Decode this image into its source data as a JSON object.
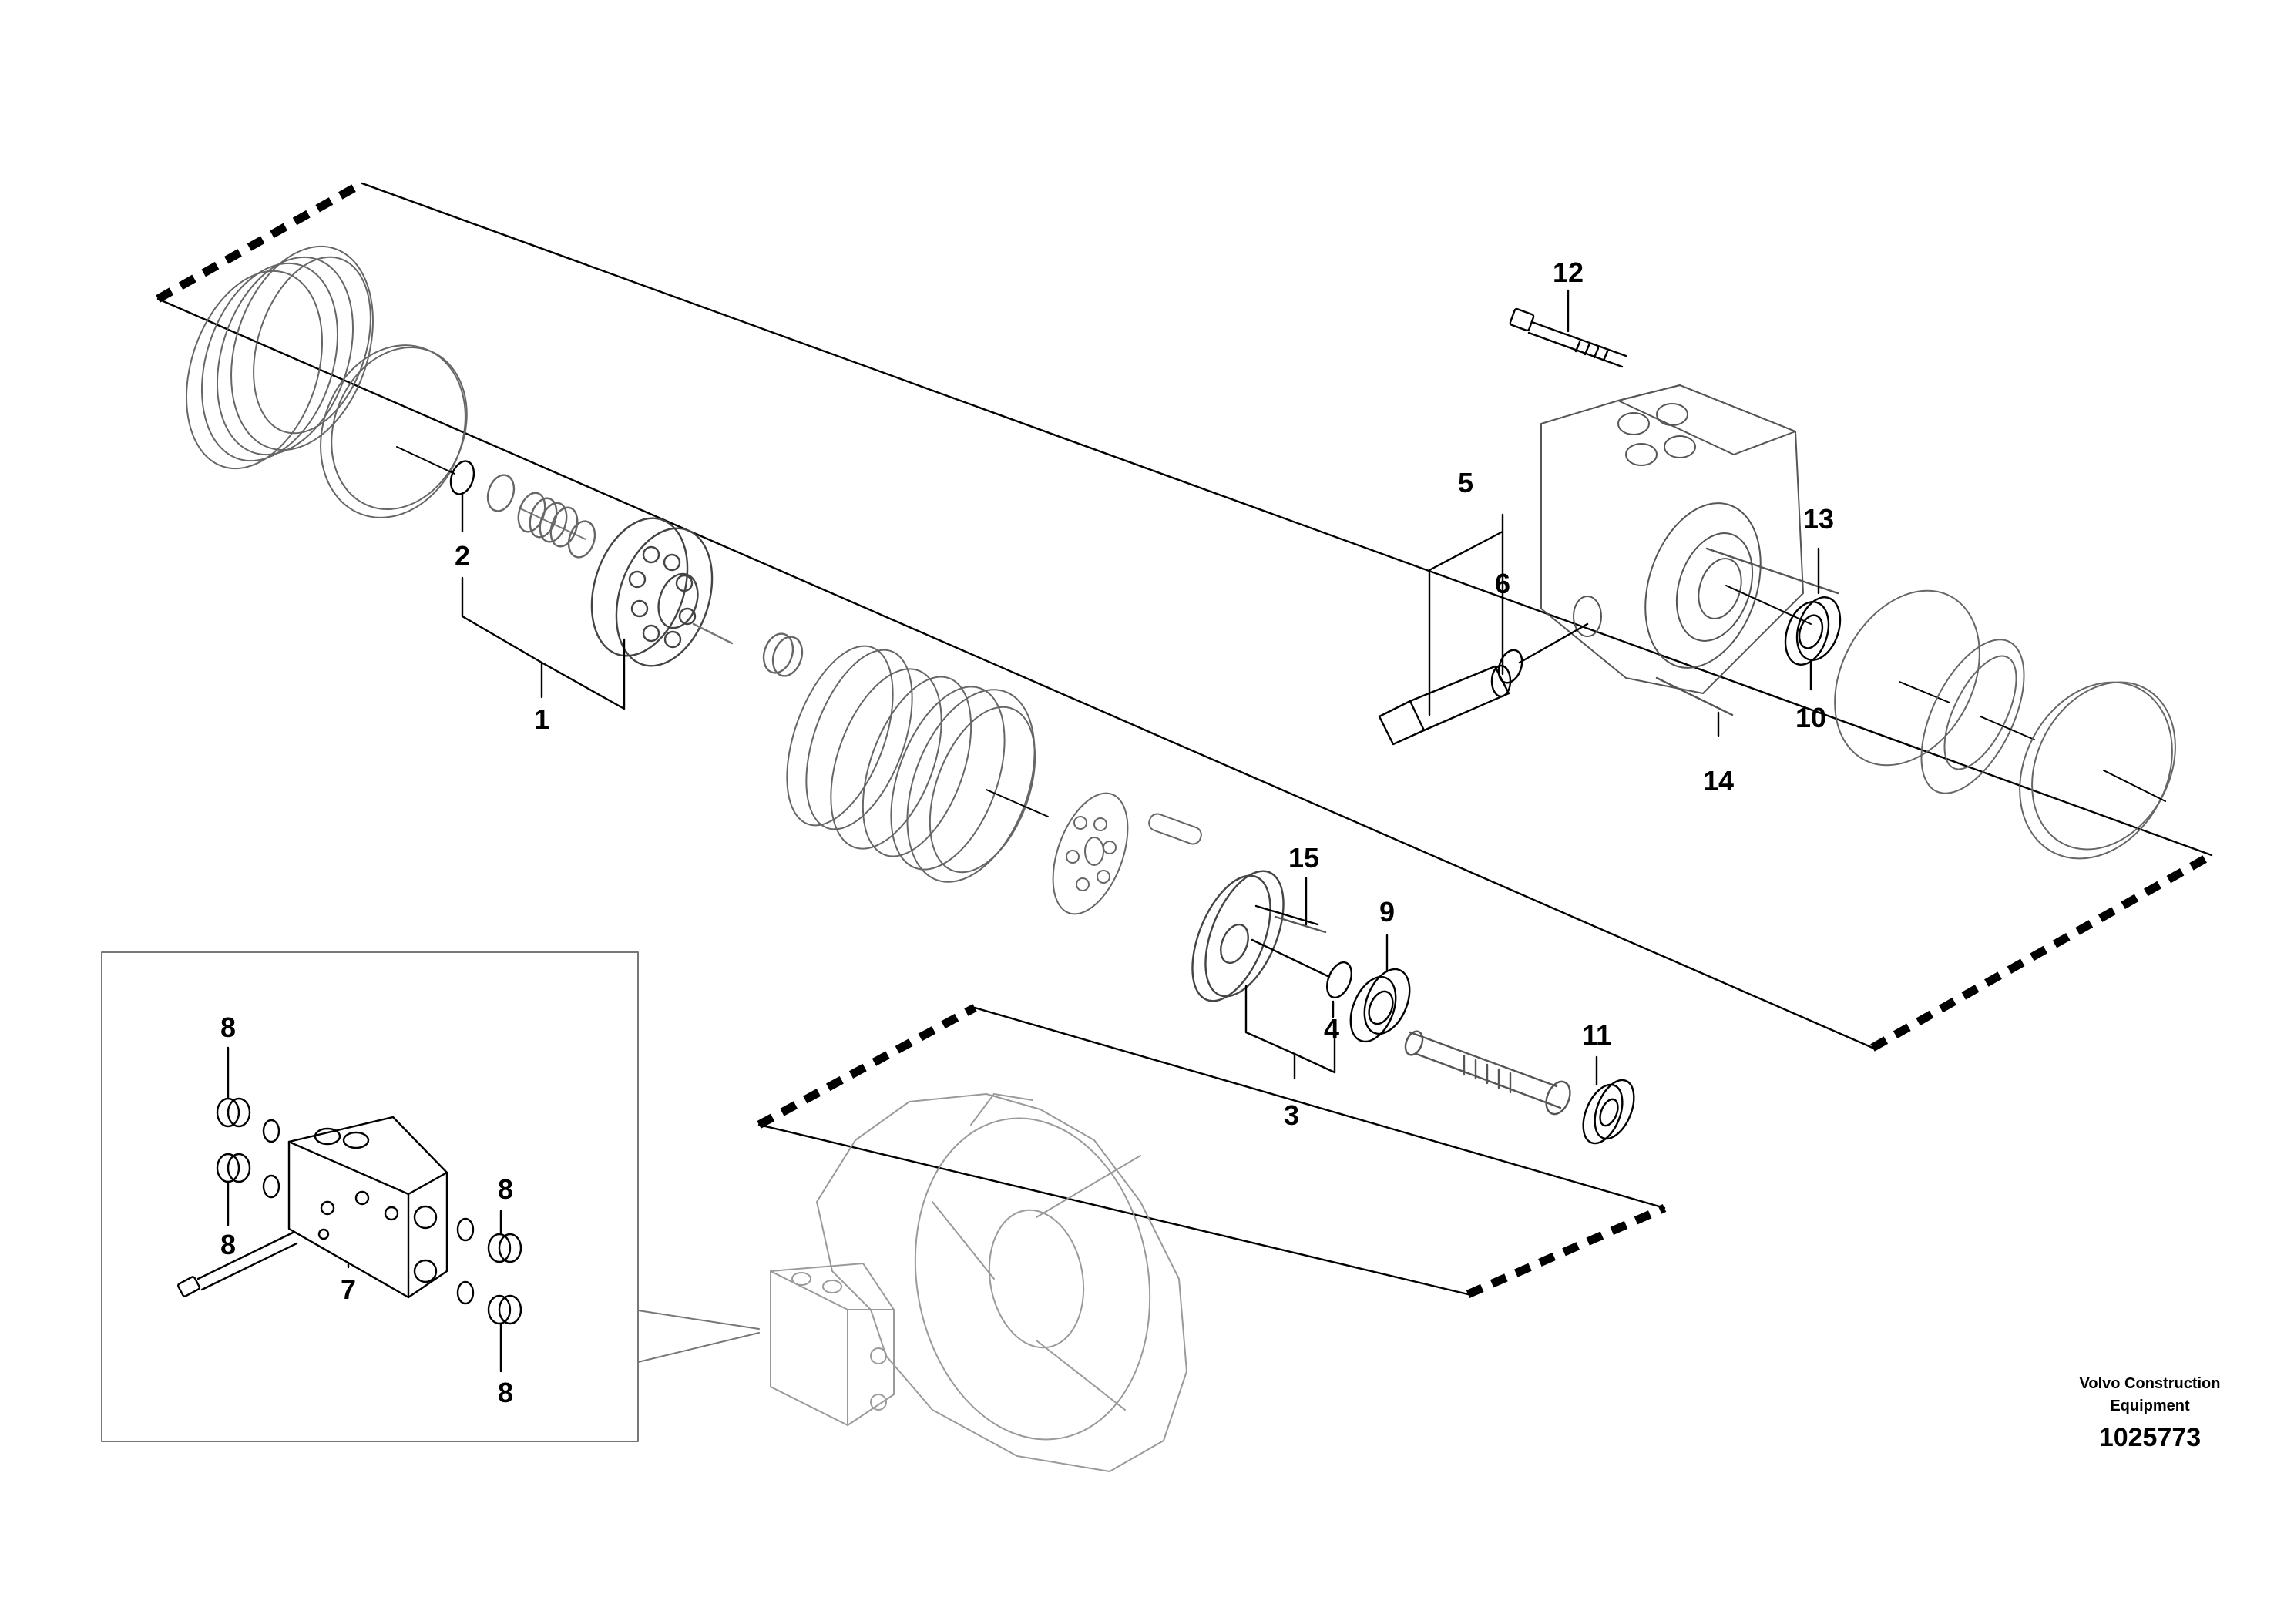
{
  "callouts": {
    "c1": "1",
    "c2": "2",
    "c3": "3",
    "c4": "4",
    "c5": "5",
    "c6": "6",
    "c7": "7",
    "c8a": "8",
    "c8b": "8",
    "c8c": "8",
    "c8d": "8",
    "c9": "9",
    "c10": "10",
    "c11": "11",
    "c12": "12",
    "c13": "13",
    "c14": "14",
    "c15": "15"
  },
  "footer": {
    "brand_line1": "Volvo Construction",
    "brand_line2": "Equipment",
    "drawing_number": "1025773"
  },
  "colors": {
    "ink": "#000000",
    "ghost": "#8a8a8a",
    "background": "#ffffff"
  }
}
